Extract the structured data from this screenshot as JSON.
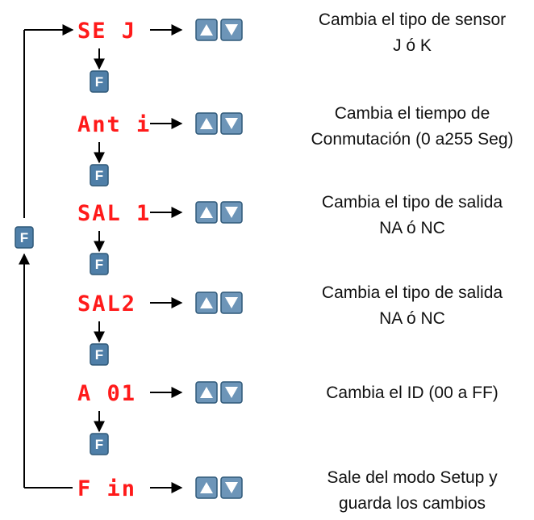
{
  "colors": {
    "display_red": "#ff1a1a",
    "key_blue": "#4f7fa8",
    "key_border": "#2f5878",
    "arrow_key_bg": "#6d95b8",
    "arrow_glyph": "#ffffff",
    "line": "#000000"
  },
  "function_key": {
    "label": "F",
    "icon": "f-key-icon"
  },
  "arrow_keys": {
    "up_icon": "arrow-up-key-icon",
    "down_icon": "arrow-down-key-icon"
  },
  "steps": [
    {
      "display": "SE J",
      "description": [
        "Cambia el tipo de sensor",
        "J ó K"
      ]
    },
    {
      "display": "Ant i",
      "description": [
        "Cambia el tiempo de",
        "Conmutación (0 a255 Seg)"
      ]
    },
    {
      "display": "SAL 1",
      "description": [
        "Cambia el tipo de salida",
        "NA ó NC"
      ]
    },
    {
      "display": "SAL2",
      "description": [
        "Cambia el tipo de salida",
        "NA ó NC"
      ]
    },
    {
      "display": "A 01",
      "description": [
        "Cambia el ID (00 a FF)"
      ]
    },
    {
      "display": "F in",
      "description": [
        "Sale del modo Setup y",
        "guarda los cambios"
      ]
    }
  ]
}
